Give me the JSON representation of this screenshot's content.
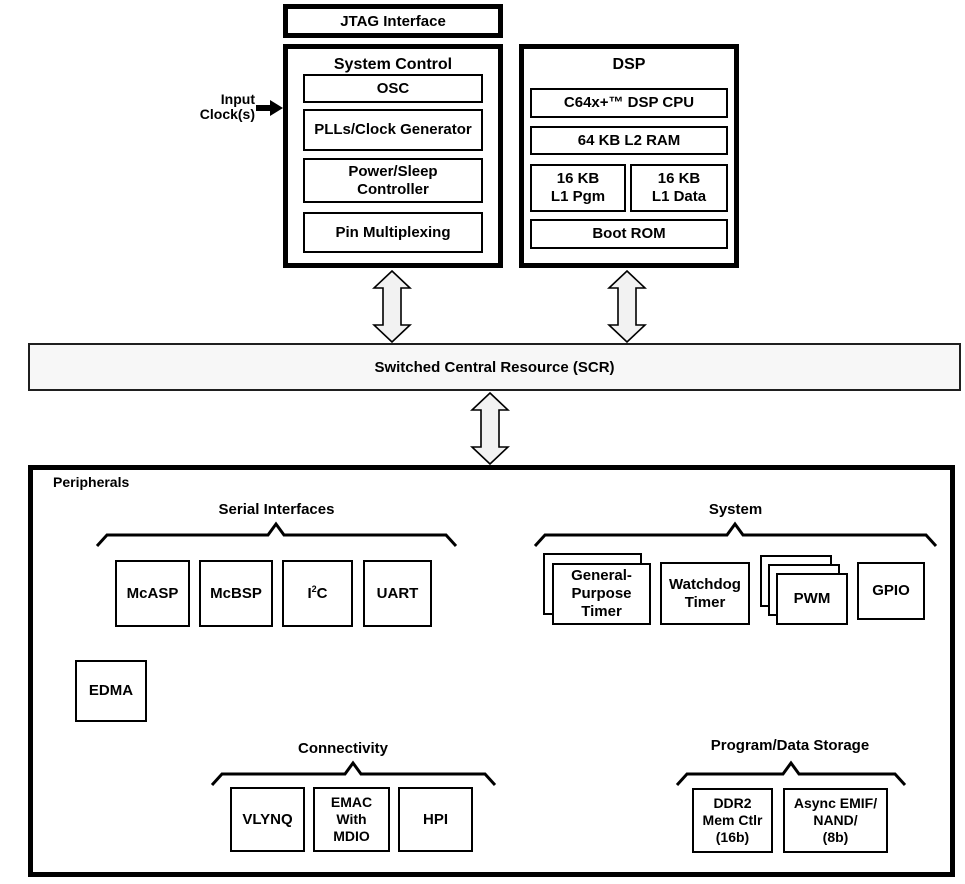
{
  "colors": {
    "border": "#000000",
    "scr_fill": "#f7f7f7",
    "arrow_fill": "#f2f2f2",
    "background": "#ffffff"
  },
  "jtag": {
    "label": "JTAG Interface"
  },
  "input_clock": {
    "lines": [
      "Input",
      "Clock(s)"
    ]
  },
  "system_control": {
    "title": "System Control",
    "osc": "OSC",
    "plls": "PLLs/Clock Generator",
    "power_sleep": [
      "Power/Sleep",
      "Controller"
    ],
    "pin_mux": "Pin Multiplexing"
  },
  "dsp": {
    "title": "DSP",
    "cpu": "C64x+™ DSP CPU",
    "l2_ram": "64 KB L2 RAM",
    "l1_pgm": [
      "16 KB",
      "L1 Pgm"
    ],
    "l1_data": [
      "16 KB",
      "L1 Data"
    ],
    "boot_rom": "Boot ROM"
  },
  "scr": {
    "label": "Switched Central Resource (SCR)"
  },
  "peripherals": {
    "label": "Peripherals",
    "serial": {
      "title": "Serial Interfaces",
      "mcasp": "McASP",
      "mcbsp": "McBSP",
      "i2c": {
        "base": "I",
        "sup": "2",
        "tail": "C"
      },
      "uart": "UART"
    },
    "system": {
      "title": "System",
      "gp_timer": [
        "General-",
        "Purpose",
        "Timer"
      ],
      "watchdog": [
        "Watchdog",
        "Timer"
      ],
      "pwm": "PWM",
      "gpio": "GPIO"
    },
    "edma": "EDMA",
    "connectivity": {
      "title": "Connectivity",
      "vlynq": "VLYNQ",
      "emac": [
        "EMAC",
        "With",
        "MDIO"
      ],
      "hpi": "HPI"
    },
    "storage": {
      "title": "Program/Data Storage",
      "ddr2": [
        "DDR2",
        "Mem Ctlr",
        "(16b)"
      ],
      "async_emif": [
        "Async EMIF/",
        "NAND/",
        "(8b)"
      ]
    }
  }
}
